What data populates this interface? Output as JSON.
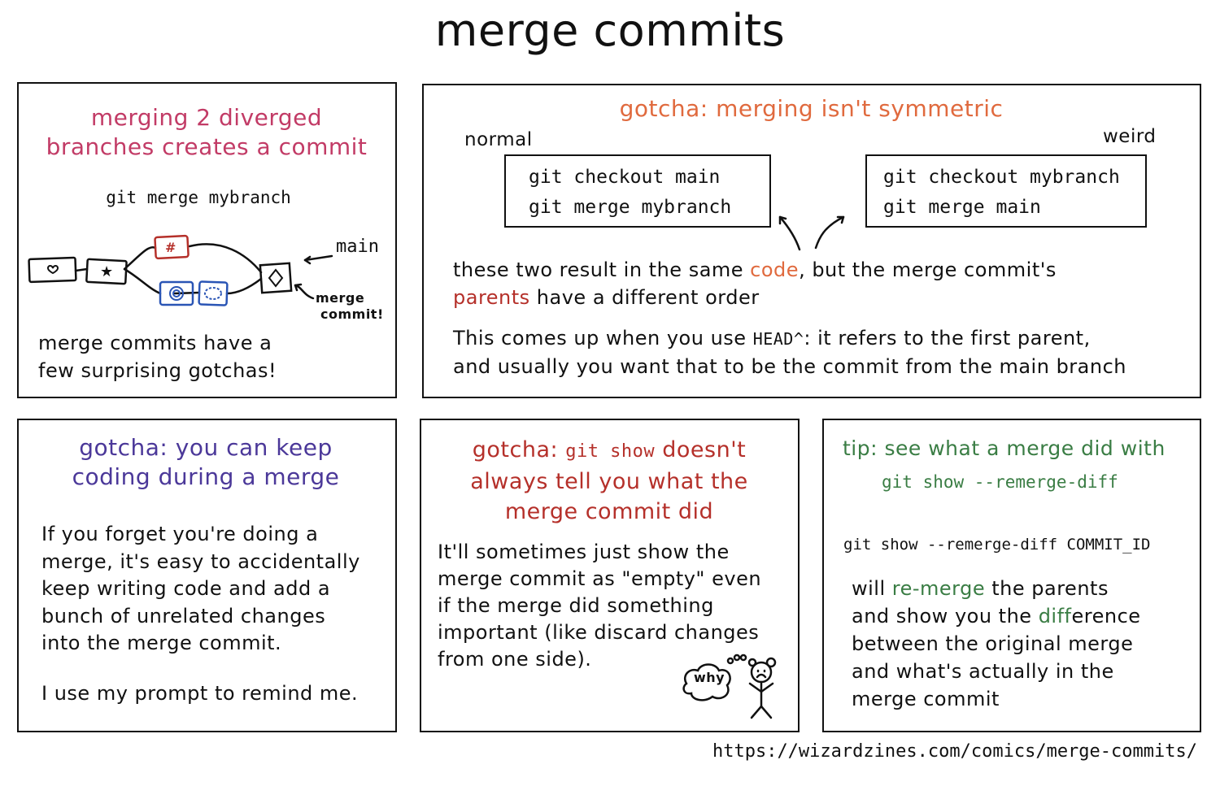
{
  "title": "merge commits",
  "url": "https://wizardzines.com/comics/merge-commits/",
  "colors": {
    "panel1_heading": "#c23b66",
    "panel2_heading": "#e06a3e",
    "panel3_heading": "#4b3899",
    "panel4_heading": "#b5302a",
    "panel5_heading": "#3a7d44",
    "commit_red": "#b5302a",
    "commit_blue": "#2a55b5"
  },
  "panel1": {
    "heading_line1": "merging 2 diverged",
    "heading_line2": "branches creates a commit",
    "command": "git merge mybranch",
    "diagram": {
      "commits": [
        {
          "icon": "heart-icon",
          "color": "#111"
        },
        {
          "icon": "star-icon",
          "color": "#111"
        },
        {
          "icon": "hash-icon",
          "color": "#b5302a"
        },
        {
          "icon": "spiral-icon",
          "color": "#2a55b5"
        },
        {
          "icon": "cloud-face-icon",
          "color": "#2a55b5"
        },
        {
          "icon": "diamond-icon",
          "color": "#111"
        }
      ],
      "label_main": "main",
      "label_merge_line1": "merge",
      "label_merge_line2": "commit!"
    },
    "body_line1": "merge commits have a",
    "body_line2": "few surprising gotchas!"
  },
  "panel2": {
    "heading": "gotcha: merging isn't symmetric",
    "label_normal": "normal",
    "label_weird": "weird",
    "normal_cmd_line1": "git checkout main",
    "normal_cmd_line2": "git merge mybranch",
    "weird_cmd_line1": "git checkout mybranch",
    "weird_cmd_line2": "git merge main",
    "p1_a": "these two result in the same ",
    "p1_code": "code",
    "p1_b": ", but the merge commit's",
    "p1_parents": "parents",
    "p1_c": " have a different order",
    "p2_a": "This comes up when you use ",
    "p2_head": "HEAD^",
    "p2_b": ": it refers to the first parent,",
    "p2_line2": "and usually you want that to be the commit from the main branch"
  },
  "panel3": {
    "heading_line1": "gotcha: you can keep",
    "heading_line2": "coding during a merge",
    "body_lines": [
      "If you forget you're doing a",
      "merge, it's easy to accidentally",
      "keep writing code and add a",
      "bunch of unrelated changes",
      "into the merge commit."
    ],
    "footer": "I use my prompt to remind me."
  },
  "panel4": {
    "heading_a": "gotcha: ",
    "heading_code": "git show",
    "heading_b": " doesn't",
    "heading_line2": "always tell you what the",
    "heading_line3": "merge commit did",
    "body_lines": [
      "It'll sometimes just show the",
      "merge commit as \"empty\" even",
      "if the merge did something",
      "important (like discard changes",
      "from one side)."
    ],
    "thought_bubble": "why"
  },
  "panel5": {
    "heading": "tip: see what a merge did with",
    "heading_code": "git show --remerge-diff",
    "command": "git show --remerge-diff COMMIT_ID",
    "l1_a": "will ",
    "l1_green": "re-merge",
    "l1_b": " the parents",
    "l2_a": "and show you the ",
    "l2_green": "diff",
    "l2_b": "erence",
    "l3": "between the original merge",
    "l4": "and what's actually in the",
    "l5": "merge commit"
  }
}
